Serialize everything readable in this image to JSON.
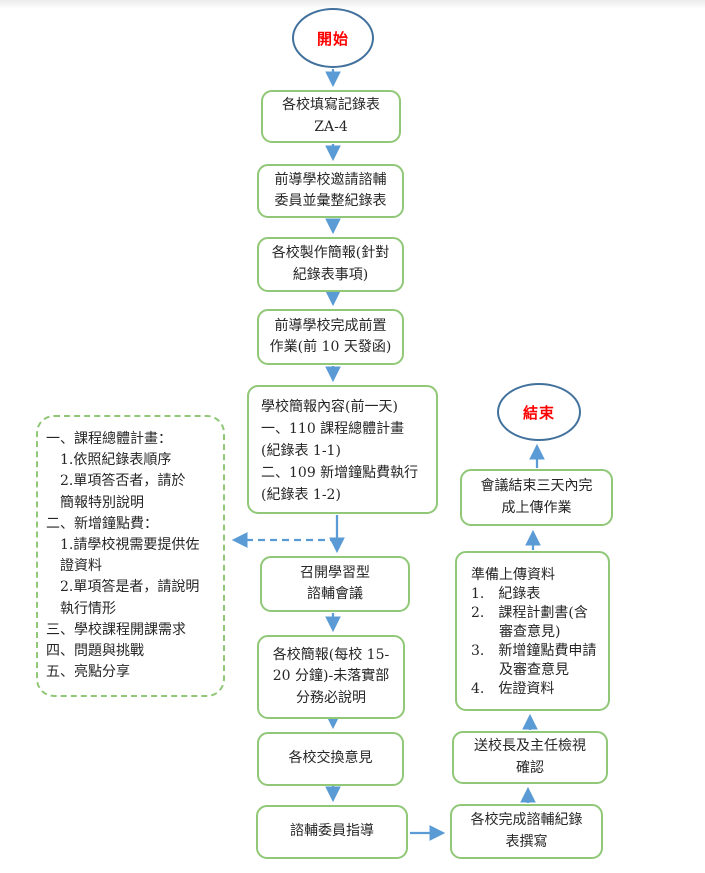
{
  "colors": {
    "green": "#90c877",
    "blue_dark": "#41719c",
    "arrow": "#5b9bd5",
    "red": "#ff0000",
    "ink": "#262626"
  },
  "terminators": {
    "start": "開始",
    "end": "結束"
  },
  "main_flow": [
    {
      "id": "fill-record-form",
      "text": "各校填寫記錄表\nZA-4"
    },
    {
      "id": "invite-committee",
      "text": "前導學校邀請諮輔\n委員並彙整紀錄表"
    },
    {
      "id": "make-presentation",
      "text": "各校製作簡報(針對\n紀錄表事項)"
    },
    {
      "id": "pre-work",
      "text": "前導學校完成前置\n作業(前 10 天發函)"
    },
    {
      "id": "presentation-content",
      "text": "學校簡報內容(前一天)\n一、110 課程總體計畫\n(紀錄表 1-1)\n二、109 新增鐘點費執行\n(紀錄表 1-2)"
    },
    {
      "id": "hold-meeting",
      "text": "召開學習型\n諮輔會議"
    },
    {
      "id": "school-presentation",
      "text": "各校簡報(每校 15-\n20 分鐘)-未落實部\n分務必說明"
    },
    {
      "id": "exchange-opinions",
      "text": "各校交換意見"
    },
    {
      "id": "committee-guidance",
      "text": "諮輔委員指導"
    }
  ],
  "right_flow": [
    {
      "id": "complete-record",
      "text": "各校完成諮輔紀錄\n表撰寫"
    },
    {
      "id": "principal-review",
      "text": "送校長及主任檢視\n確認"
    },
    {
      "id": "prepare-upload",
      "text": "準備上傳資料\n1.　紀錄表\n2.　課程計劃書(含\n　　審查意見)\n3.　新增鐘點費申請\n　　及審查意見\n4.　佐證資料"
    },
    {
      "id": "upload-within-3-days",
      "text": "會議結束三天內完\n成上傳作業"
    }
  ],
  "note": {
    "text": "一、課程總體計畫：\n　1.依照紀錄表順序\n　2.單項答否者，請於\n　簡報特別說明\n二、新增鐘點費：\n　1.請學校視需要提供佐\n　證資料\n　2.單項答是者，請說明\n　執行情形\n三、學校課程開課需求\n四、問題與挑戰\n五、亮點分享"
  }
}
